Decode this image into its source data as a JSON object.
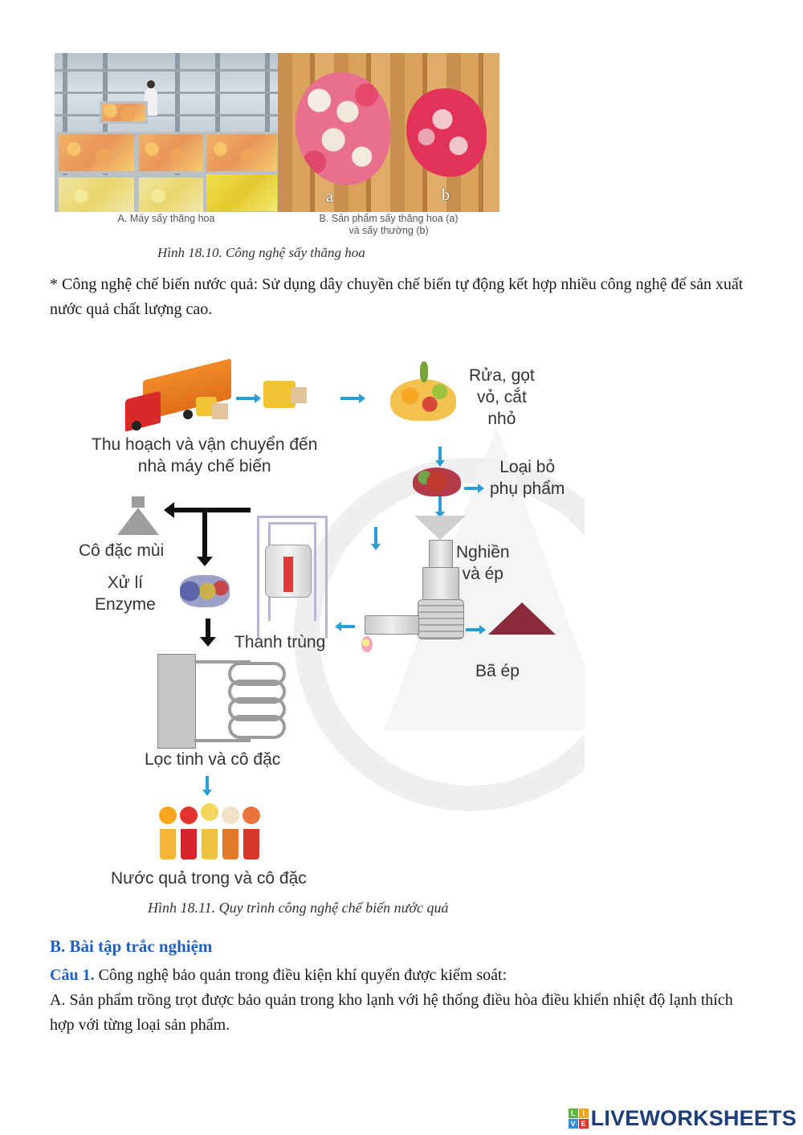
{
  "figure_18_10": {
    "panel_a_caption": "A. Máy sấy thăng hoa",
    "panel_b_caption_line1": "B. Sản phẩm sấy thăng hoa (a)",
    "panel_b_caption_line2": "và sấy thường (b)",
    "pile_a_label": "a",
    "pile_b_label": "b",
    "title": "Hình 18.10. Công nghệ sấy thăng hoa"
  },
  "paragraph": {
    "text": "* Công nghệ chế biến nước quả: Sử dụng dây chuyền chế biến tự động kết hợp nhiều công nghệ để sản xuất nước quả chất lượng cao."
  },
  "figure_18_11": {
    "steps": {
      "harvest_line1": "Thu hoạch và vận chuyển đến",
      "harvest_line2": "nhà máy chế biến",
      "wash_line1": "Rửa, gọt",
      "wash_line2": "vỏ, cắt",
      "wash_line3": "nhỏ",
      "remove_line1": "Loại bỏ",
      "remove_line2": "phụ phẩm",
      "grind_line1": "Nghiền",
      "grind_line2": "và ép",
      "pomace": "Bã ép",
      "pasteurize": "Thanh trùng",
      "aroma": "Cô đặc mùi",
      "enzyme_line1": "Xử lí",
      "enzyme_line2": "Enzyme",
      "filter": "Lọc tinh và cô đặc",
      "product": "Nước quả trong và cô đặc"
    },
    "title": "Hình 18.11. Quy trình công nghệ chế biến nước quả"
  },
  "section_b": {
    "title": "B. Bài tập trắc nghiệm",
    "question_1": {
      "label": "Câu 1.",
      "prompt": "Công nghệ bảo quản trong điều kiện khí quyển được kiểm soát:",
      "option_a": "A. Sản phẩm trồng trọt được bảo quản trong kho lạnh với hệ thống điều hòa điều khiển nhiệt độ lạnh thích hợp với từng loại sản phẩm."
    }
  },
  "footer": {
    "logo_blocks": [
      "L",
      "I",
      "V",
      "E"
    ],
    "logo_block_colors": [
      "#5cb83c",
      "#f2a51a",
      "#2c8fd6",
      "#e0352b"
    ],
    "logo_text": "LIVEWORKSHEETS",
    "logo_color": "#1c3f7a"
  },
  "colors": {
    "accent_heading": "#1f5fc4",
    "flow_arrow_blue": "#2a9fd1",
    "flow_arrow_black": "#111111"
  }
}
